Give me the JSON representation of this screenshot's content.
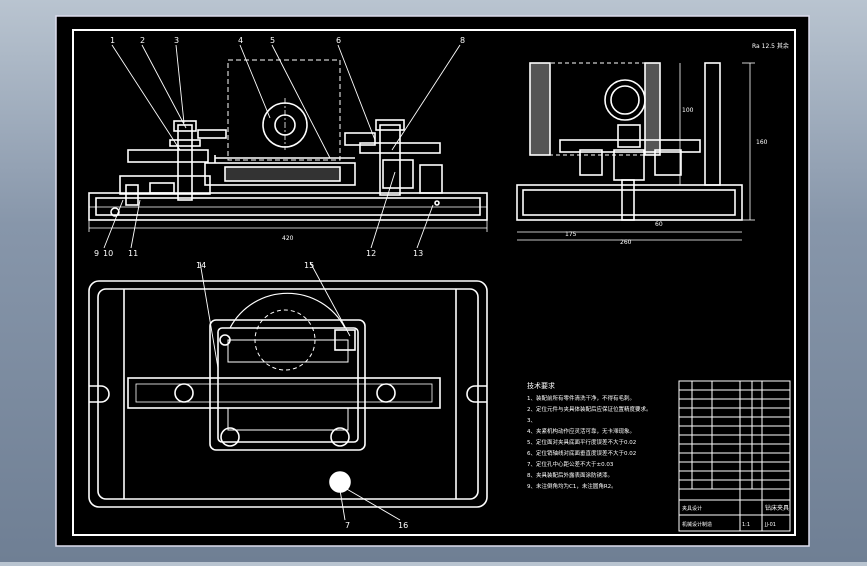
{
  "drawing": {
    "balloons": {
      "b1": "1",
      "b2": "2",
      "b3": "3",
      "b4": "4",
      "b5": "5",
      "b6": "6",
      "b8": "8",
      "b9": "9",
      "b10": "10",
      "b11": "11",
      "b12": "12",
      "b13": "13",
      "b14": "14",
      "b15": "15",
      "b7": "7",
      "b16": "16"
    },
    "dims": {
      "front_width": "420",
      "side_width": "260",
      "side_part": "175",
      "side_small": "60",
      "side_height": "160",
      "side_mid": "100",
      "roughness": "Ra 12.5 其余"
    },
    "tech_req": {
      "title": "技术要求",
      "items": [
        "1、装配前所有零件清洗干净，不得有毛刺。",
        "2、定位元件与夹具体装配后应保证位置精度要求。",
        "3、",
        "4、夹紧机构动作应灵活可靠，无卡滞现象。",
        "5、定位面对夹具底面平行度误差不大于0.02",
        "6、定位销轴线对底面垂直度误差不大于0.02",
        "7、定位孔中心距公差不大于±0.03",
        "8、夹具装配后外露表面涂防锈漆。",
        "9、未注倒角均为C1，未注圆角R2。"
      ]
    },
    "title_block": {
      "name": "钻床夹具",
      "code": "JJ-01",
      "scale": "1:1",
      "company": "夹具设计",
      "school": "机械设计制造"
    }
  }
}
